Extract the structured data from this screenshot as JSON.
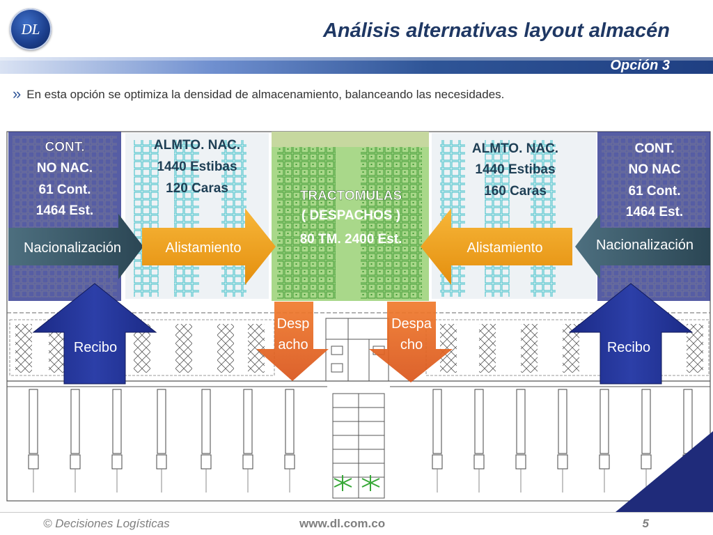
{
  "header": {
    "logo_text": "DL",
    "title": "Análisis alternativas layout almacén",
    "subtitle": "Opción 3"
  },
  "intro": {
    "bullet": "»",
    "text": "En esta opción se optimiza la densidad de almacenamiento, balanceando las necesidades."
  },
  "zones": {
    "left_cont": [
      "CONT.",
      "NO NAC.",
      "61 Cont.",
      "1464 Est."
    ],
    "left_almto": [
      "ALMTO.  NAC.",
      "1440 Estibas",
      "120  Caras"
    ],
    "tracto": [
      "TRACTOMULAS",
      "( DESPACHOS )",
      "80 TM.  2400 Est."
    ],
    "right_almto": [
      "ALMTO.  NAC.",
      "1440 Estibas",
      "160  Caras"
    ],
    "right_cont": [
      "CONT.",
      "NO NAC",
      "61 Cont.",
      "1464 Est."
    ]
  },
  "arrows": {
    "left_nacionalizacion": "Nacionalización",
    "left_alistamiento": "Alistamiento",
    "right_alistamiento": "Alistamiento",
    "right_nacionalizacion": "Nacionalización",
    "left_recibo": "Recibo",
    "right_recibo": "Recibo",
    "despacho_left": [
      "Desp",
      "acho"
    ],
    "despacho_right": [
      "Despa",
      "cho"
    ]
  },
  "colors": {
    "navy": "#1f2b7a",
    "orange": "#f4a21c",
    "green_zone": "#8fce63",
    "despacho": "#e8651f",
    "rack_cyan": "#3ec3c8"
  },
  "footer": {
    "copyright": "© Decisiones Logísticas",
    "website": "www.dl.com.co",
    "page": "5"
  }
}
